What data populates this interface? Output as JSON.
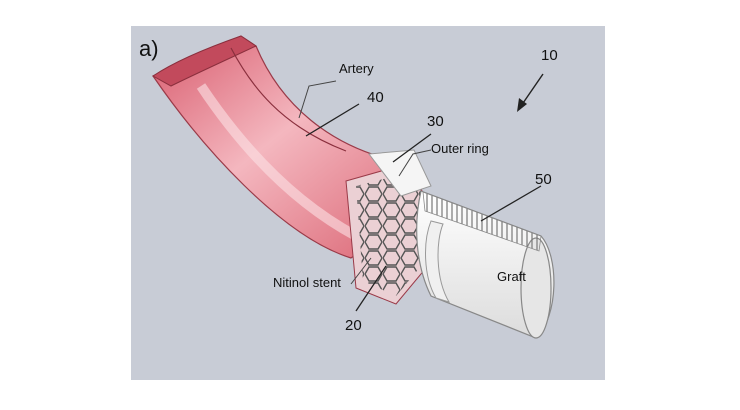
{
  "figure": {
    "panel_label": "a)",
    "labels": {
      "artery": "Artery",
      "outer_ring": "Outer ring",
      "nitinol_stent": "Nitinol stent",
      "graft": "Graft"
    },
    "numbers": {
      "assembly": "10",
      "stent": "20",
      "ring": "30",
      "artery": "40",
      "graft_suture": "50"
    },
    "colors": {
      "background": "#c8ccd6",
      "artery": "#e57383",
      "artery_light": "#f7c6cc",
      "graft": "#f2f2f2",
      "stent": "#555555"
    }
  }
}
